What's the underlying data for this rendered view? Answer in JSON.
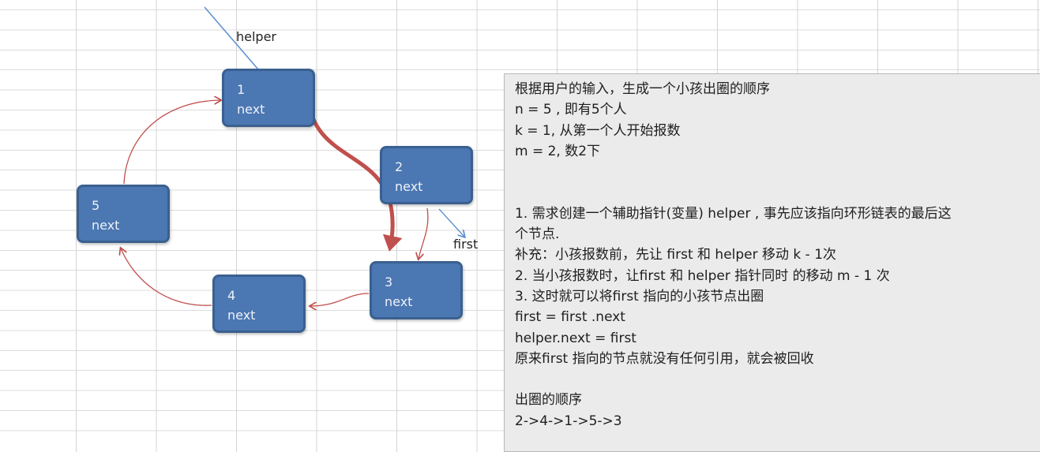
{
  "nodes": [
    {
      "id": "1",
      "field": "next"
    },
    {
      "id": "2",
      "field": "next"
    },
    {
      "id": "3",
      "field": "next"
    },
    {
      "id": "4",
      "field": "next"
    },
    {
      "id": "5",
      "field": "next"
    }
  ],
  "labels": {
    "helper": "helper",
    "first": "first"
  },
  "colors": {
    "node_fill": "#4b77b2",
    "arrow": "#c0504d",
    "pointer": "#5b8fd0"
  },
  "note": {
    "lines": [
      "根据用户的输入，生成一个小孩出圈的顺序",
      "n = 5 , 即有5个人",
      "k = 1, 从第一个人开始报数",
      "m = 2, 数2下",
      "",
      "",
      "1. 需求创建一个辅助指针(变量) helper , 事先应该指向环形链表的最后这",
      "个节点.",
      "补充：小孩报数前，先让 first 和 helper 移动 k - 1次",
      "2. 当小孩报数时，让first 和 helper 指针同时 的移动 m - 1 次",
      "3. 这时就可以将first 指向的小孩节点出圈",
      "first = first .next",
      "helper.next = first",
      "原来first 指向的节点就没有任何引用，就会被回收",
      "",
      "出圈的顺序",
      "2->4->1->5->3"
    ]
  }
}
